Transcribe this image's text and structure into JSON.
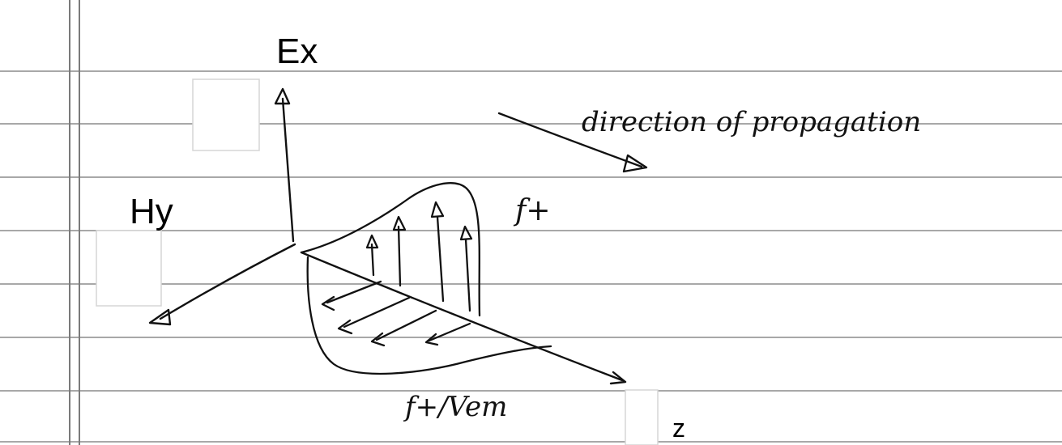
{
  "labels": {
    "electric_field": "Ex",
    "magnetic_field": "Hy",
    "axis": "z"
  },
  "annotations": {
    "direction": "direction of propagation",
    "electric_wave": "f+",
    "magnetic_wave": "f+/Vem"
  },
  "colors": {
    "ink": "#111111",
    "ruled_line": "#8c8c8c",
    "margin_line": "#7a7a7a",
    "placeholder_box_fill": "#ffffff",
    "placeholder_box_border": "#d6d6d6"
  }
}
